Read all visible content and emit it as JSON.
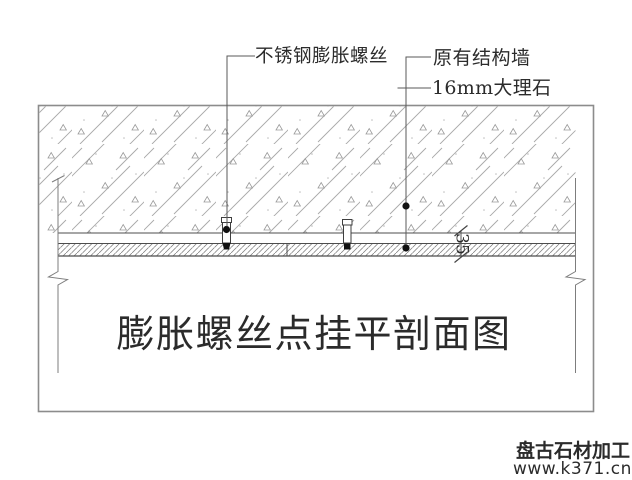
{
  "drawing": {
    "title": "膨胀螺丝点挂平剖面图",
    "annotations": {
      "screw_label": "不锈钢膨胀螺丝",
      "wall_label": "原有结构墙",
      "marble_label": "16mm大理石",
      "thickness_dim": "35"
    }
  },
  "watermark": {
    "brand": "盘古石材加工",
    "url": "www.k371.cn"
  },
  "colors": {
    "brand_blue": "#1886cf",
    "url_blue": "#55a6da",
    "line_dark": "#4c4c4c",
    "hatch_gray": "#a9a9a9",
    "frame_gray": "#8c8c8c"
  }
}
